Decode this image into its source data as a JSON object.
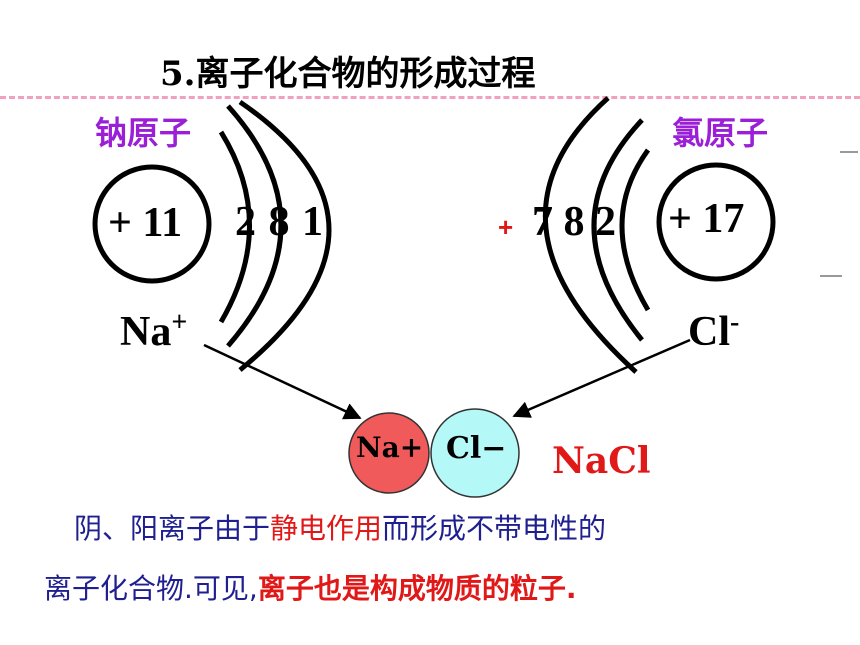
{
  "title": "5.离子化合物的形成过程",
  "sodium": {
    "label": "钠原子",
    "nucleus": "+ 11",
    "electrons": "2 8 1",
    "ion": "Na",
    "ion_charge": "+"
  },
  "chlorine": {
    "label": "氯原子",
    "nucleus": "+ 17",
    "electrons": "7 8 2",
    "ion": "Cl",
    "ion_charge": "-"
  },
  "ghost_text": "+ ",
  "compound": {
    "na_ball": "Na+",
    "cl_ball": "Cl−",
    "formula": "NaCl"
  },
  "paragraph": {
    "line1_a": "阴、阳离子由于",
    "line1_b": "静电作用",
    "line1_c": "而形成不带电性的",
    "line2_a": "离子化合物.可见,",
    "line2_b": "离子也是构成物质的粒子."
  },
  "colors": {
    "atom_label": "#9a1fd6",
    "nacl": "#e01818",
    "na_ball": "#f05a5a",
    "cl_ball": "#b4f8f8",
    "highlight": "#e01818",
    "paragraph": "#1f1f90",
    "dash": "#f2a0c0"
  }
}
